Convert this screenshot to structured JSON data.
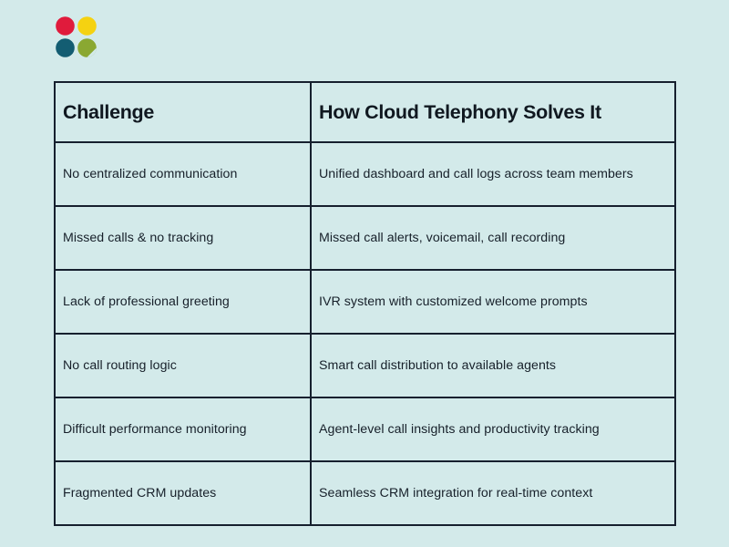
{
  "page": {
    "background_color": "#d3eaea",
    "border_color": "#16202e",
    "text_color": "#17202a",
    "heading_color": "#101820"
  },
  "logo": {
    "name": "four-dot-leaf-logo",
    "dots": [
      {
        "name": "red-circle",
        "color": "#e01b3c"
      },
      {
        "name": "yellow-circle",
        "color": "#f5d211"
      },
      {
        "name": "teal-circle",
        "color": "#135d72"
      },
      {
        "name": "green-leaf",
        "color": "#8aa832"
      }
    ]
  },
  "table": {
    "headers": [
      "Challenge",
      "How Cloud Telephony Solves It"
    ],
    "rows": [
      {
        "challenge": "No centralized communication",
        "solution": "Unified dashboard and call logs across team members"
      },
      {
        "challenge": "Missed calls & no tracking",
        "solution": "Missed call alerts, voicemail, call recording"
      },
      {
        "challenge": "Lack of professional greeting",
        "solution": "IVR system with customized welcome prompts"
      },
      {
        "challenge": "No call routing logic",
        "solution": "Smart call distribution to available agents"
      },
      {
        "challenge": "Difficult performance monitoring",
        "solution": "Agent-level call insights and productivity tracking"
      },
      {
        "challenge": "Fragmented CRM updates",
        "solution": "Seamless CRM integration for real-time context"
      }
    ]
  }
}
